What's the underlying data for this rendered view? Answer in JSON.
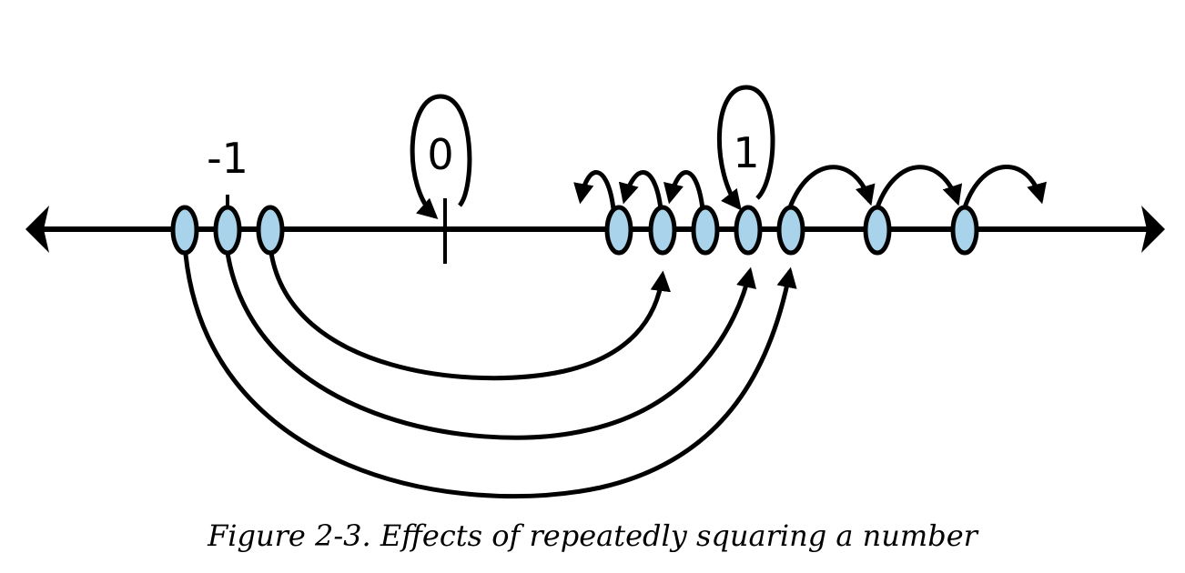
{
  "diagram": {
    "labels": {
      "neg_one": "-1",
      "zero": "0",
      "one": "1"
    },
    "points": [
      {
        "id": "p1"
      },
      {
        "id": "p2"
      },
      {
        "id": "p3"
      },
      {
        "id": "p4"
      },
      {
        "id": "p5"
      },
      {
        "id": "p6"
      },
      {
        "id": "p7"
      },
      {
        "id": "p8"
      },
      {
        "id": "p9"
      },
      {
        "id": "p10"
      }
    ],
    "colors": {
      "point_fill": "#a9d3ea",
      "stroke": "#000000"
    }
  },
  "caption": "Figure 2-3. Effects of repeatedly squaring a number"
}
